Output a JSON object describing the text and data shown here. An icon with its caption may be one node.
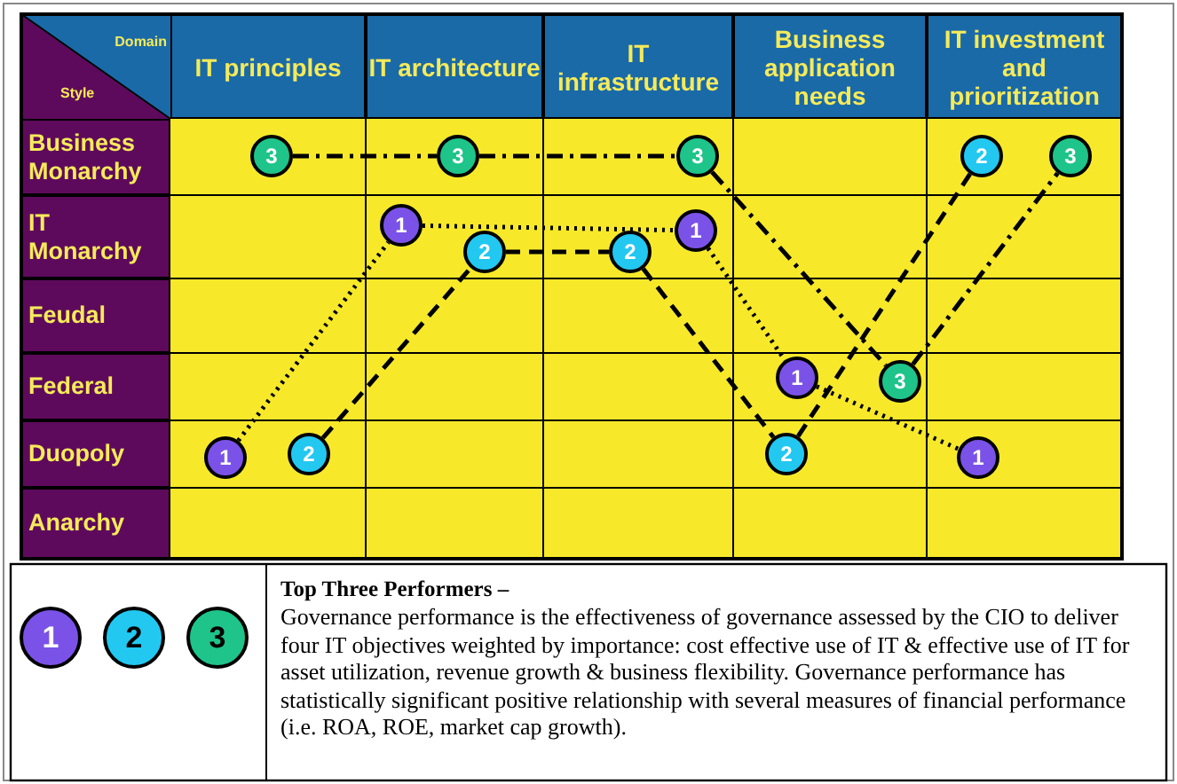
{
  "diagram": {
    "nodes": [
      {
        "text": [
          "3"
        ]
      },
      {
        "text": [
          "3"
        ]
      },
      {
        "text": [
          "3"
        ]
      },
      {
        "text": [
          "2"
        ]
      },
      {
        "text": [
          "3"
        ]
      },
      {
        "text": [
          "1"
        ]
      },
      {
        "text": [
          "2"
        ]
      },
      {
        "text": [
          "2"
        ]
      },
      {
        "text": [
          "1"
        ]
      },
      {
        "text": [
          "1"
        ]
      },
      {
        "text": [
          "3"
        ]
      },
      {
        "text": [
          "1"
        ]
      },
      {
        "text": [
          "2"
        ]
      },
      {
        "text": [
          "2"
        ]
      },
      {
        "text": [
          "1"
        ]
      }
    ],
    "edges": [
      {
        "from": 11,
        "to": 5,
        "arrow": "none",
        "style": "dashed"
      },
      {
        "from": 5,
        "to": 8,
        "arrow": "none",
        "style": "dashed"
      },
      {
        "from": 8,
        "to": 9,
        "arrow": "none",
        "style": "dashed"
      },
      {
        "from": 9,
        "to": 14,
        "arrow": "none",
        "style": "dashed"
      },
      {
        "from": 12,
        "to": 6,
        "arrow": "none",
        "style": "dashed"
      },
      {
        "from": 6,
        "to": 7,
        "arrow": "none",
        "style": "dashed"
      },
      {
        "from": 7,
        "to": 13,
        "arrow": "none",
        "style": "dashed"
      },
      {
        "from": 13,
        "to": 3,
        "arrow": "none",
        "style": "dashed"
      },
      {
        "from": 0,
        "to": 1,
        "arrow": "none",
        "style": "dashed"
      },
      {
        "from": 1,
        "to": 2,
        "arrow": "none",
        "style": "dashed"
      },
      {
        "from": 2,
        "to": 10,
        "arrow": "none",
        "style": "dashed"
      },
      {
        "from": 10,
        "to": 4,
        "arrow": "none",
        "style": "dashed"
      }
    ],
    "labels": [
      "Domain",
      "Style",
      "IT principles",
      "IT architecture",
      "IT infrastructure",
      "Business application needs",
      "IT investment and prioritization",
      "Business Monarchy",
      "IT Monarchy",
      "Feudal",
      "Federal",
      "Duopoly",
      "Anarchy",
      "Top Three Performers –",
      "Governance performance is the effectiveness of governance assessed by the CIO to deliver four IT objectives weighted by importance: cost effective use of IT & effective use of IT for asset utilization, revenue growth & business flexibility. Governance performance has statistically significant positive relationship with several measures of financial performance (i.e. ROA, ROE, market cap growth)."
    ],
    "legend": [
      {
        "text": "1",
        "color": "#7b52e8"
      },
      {
        "text": "2",
        "color": "#22c8f0"
      },
      {
        "text": "3",
        "color": "#1ec48a"
      }
    ]
  }
}
